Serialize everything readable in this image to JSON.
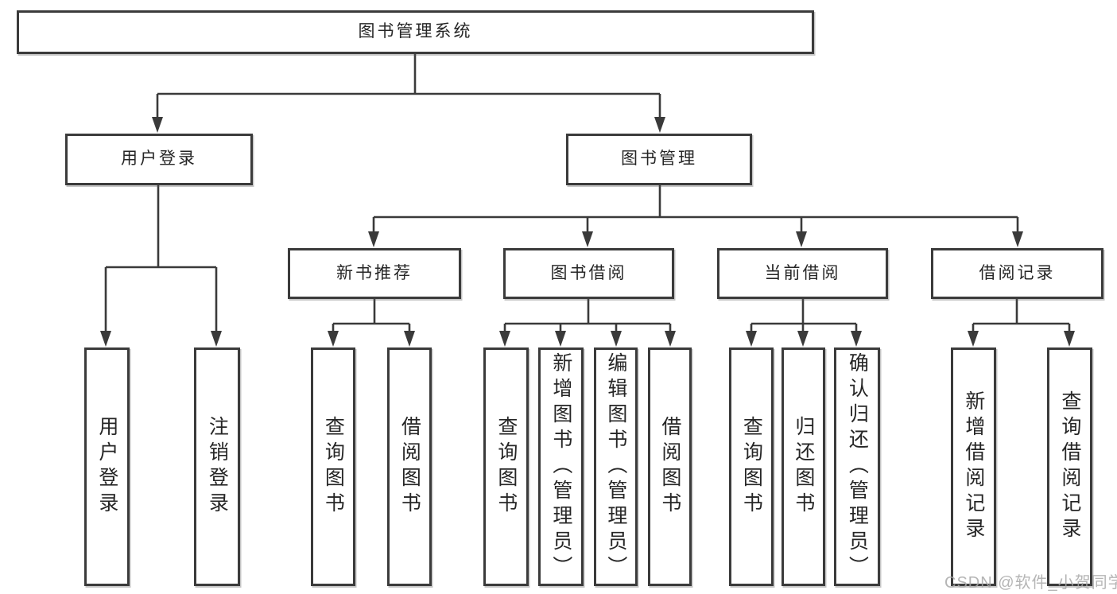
{
  "diagram": {
    "root": {
      "label": "图书管理系统"
    },
    "user_login_branch": {
      "label": "用户登录",
      "children": [
        "用户登录",
        "注销登录"
      ]
    },
    "book_management_branch": {
      "label": "图书管理",
      "sections": [
        {
          "label": "新书推荐",
          "children": [
            "查询图书",
            "借阅图书"
          ]
        },
        {
          "label": "图书借阅",
          "children": [
            "查询图书",
            "新增图书（管理员）",
            "编辑图书（管理员）",
            "借阅图书"
          ]
        },
        {
          "label": "当前借阅",
          "children": [
            "查询图书",
            "归还图书",
            "确认归还（管理员）"
          ]
        },
        {
          "label": "借阅记录",
          "children": [
            "新增借阅记录",
            "查询借阅记录"
          ]
        }
      ]
    }
  },
  "watermark": {
    "text": "CSDN @软件_小贺同学"
  },
  "colors": {
    "line": "#3a3a3a",
    "box_border": "#3b3b3b",
    "text": "#262626",
    "watermark": "#a8a8a8",
    "background": "#ffffff"
  }
}
